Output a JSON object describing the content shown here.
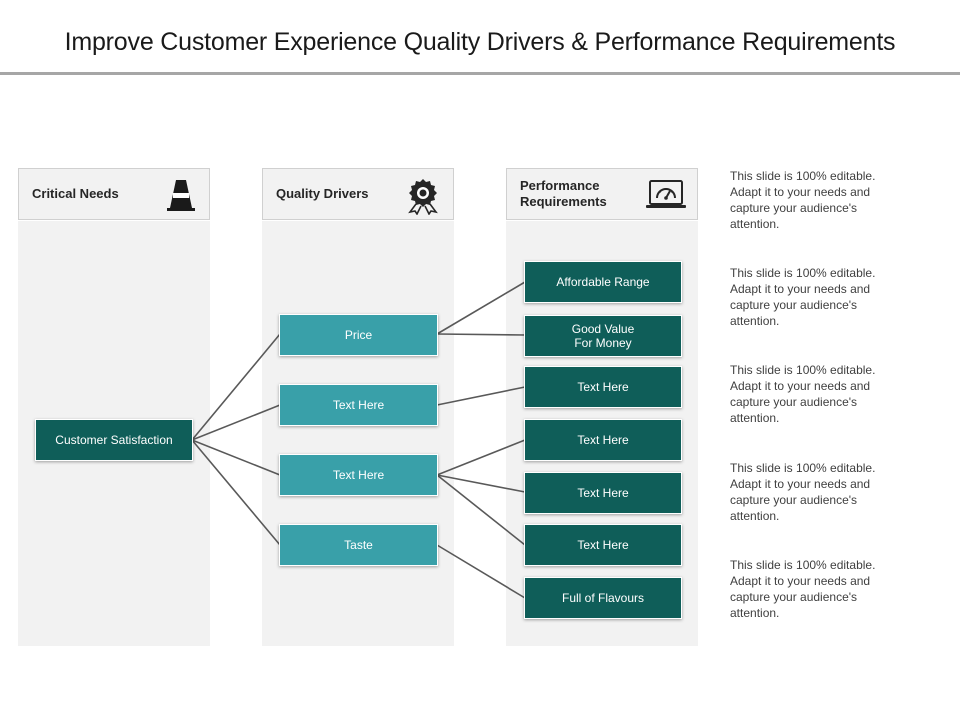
{
  "title": "Improve Customer Experience Quality Drivers & Performance Requirements",
  "columns": {
    "critical_needs": {
      "header": "Critical Needs",
      "icon": "traffic-cone-icon"
    },
    "quality_drivers": {
      "header": "Quality Drivers",
      "icon": "award-badge-icon"
    },
    "performance_requirements": {
      "header": "Performance\nRequirements",
      "icon": "speedometer-monitor-icon"
    }
  },
  "nodes": {
    "customer_satisfaction": "Customer Satisfaction",
    "drivers": [
      "Price",
      "Text Here",
      "Text Here",
      "Taste"
    ],
    "requirements": [
      "Affordable Range",
      "Good Value\nFor Money",
      "Text Here",
      "Text Here",
      "Text Here",
      "Text Here",
      "Full of Flavours"
    ]
  },
  "notes": [
    "This slide is 100% editable. Adapt it to your needs and capture your audience's attention.",
    "This slide is 100% editable. Adapt it to your needs and capture your audience's attention.",
    "This slide is 100% editable. Adapt it to your needs and capture your audience's attention.",
    "This slide is 100% editable. Adapt it to your needs and capture your audience's attention.",
    "This slide is 100% editable. Adapt it to your needs and capture your audience's attention."
  ],
  "colors": {
    "requirement_box": "#0f5e59",
    "driver_box": "#39a0a9",
    "column_background": "#f2f2f2",
    "connector": "#595959"
  }
}
